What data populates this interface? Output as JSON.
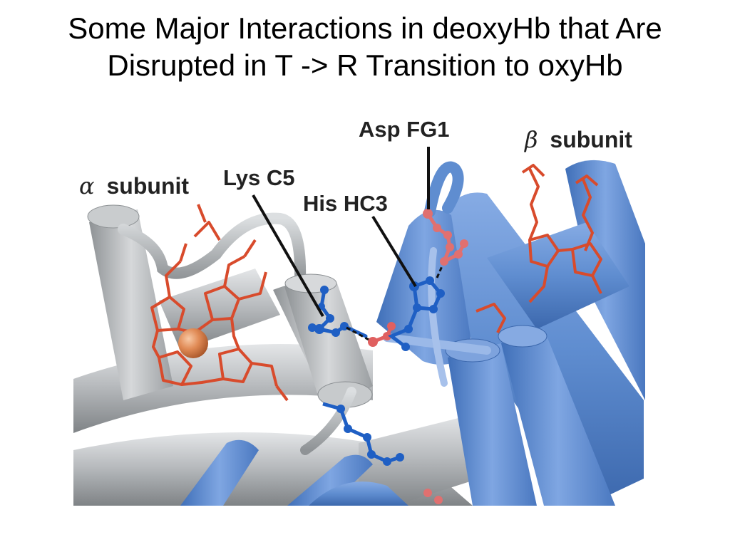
{
  "slide": {
    "title_line1": "Some Major Interactions in deoxyHb that Are",
    "title_line2": "Disrupted in T -> R Transition to oxyHb"
  },
  "diagram": {
    "alpha_symbol": "α",
    "alpha_label": "subunit",
    "beta_symbol": "β",
    "beta_label": "subunit",
    "lys_label": "Lys C5",
    "his_label": "His HC3",
    "asp_label": "Asp FG1"
  },
  "colors": {
    "alpha_helix": "#b9bcbf",
    "beta_helix": "#5f8dd0",
    "heme": "#d84b2c",
    "iron": "#e08a55",
    "residue_blue": "#1f5fc4",
    "residue_red": "#e06060"
  }
}
